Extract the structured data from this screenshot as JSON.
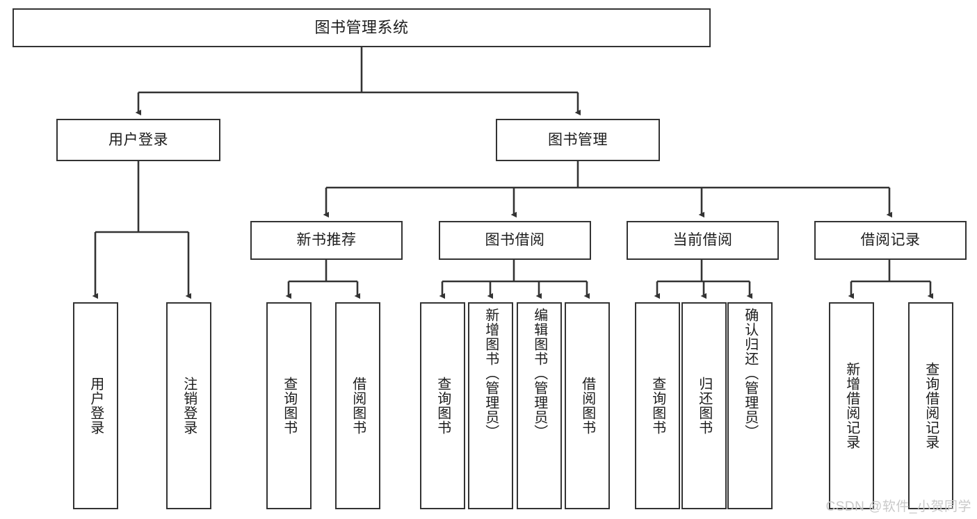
{
  "diagram": {
    "title": "图书管理系统",
    "type": "tree-hierarchy",
    "watermark": "CSDN @软件_小贺同学",
    "colors": {
      "box_border": "#333333",
      "box_fill": "#ffffff",
      "edge": "#333333",
      "text": "#1c1c1c",
      "watermark": "#c9c9c9"
    }
  },
  "nodes": {
    "root": {
      "label": "图书管理系统"
    },
    "level2": [
      {
        "label": "用户登录"
      },
      {
        "label": "图书管理"
      }
    ],
    "level3": [
      {
        "label": "新书推荐"
      },
      {
        "label": "图书借阅"
      },
      {
        "label": "当前借阅"
      },
      {
        "label": "借阅记录"
      }
    ],
    "leaves": {
      "user_login": [
        {
          "label": "用户登录"
        },
        {
          "label": "注销登录"
        }
      ],
      "new_book_recommend": [
        {
          "label": "查询图书"
        },
        {
          "label": "借阅图书"
        }
      ],
      "book_borrow": [
        {
          "label": "查询图书"
        },
        {
          "label": "新增图书（管理员）"
        },
        {
          "label": "编辑图书（管理员）"
        },
        {
          "label": "借阅图书"
        }
      ],
      "current_borrow": [
        {
          "label": "查询图书"
        },
        {
          "label": "归还图书"
        },
        {
          "label": "确认归还（管理员）"
        }
      ],
      "borrow_record": [
        {
          "label": "新增借阅记录"
        },
        {
          "label": "查询借阅记录"
        }
      ]
    }
  }
}
